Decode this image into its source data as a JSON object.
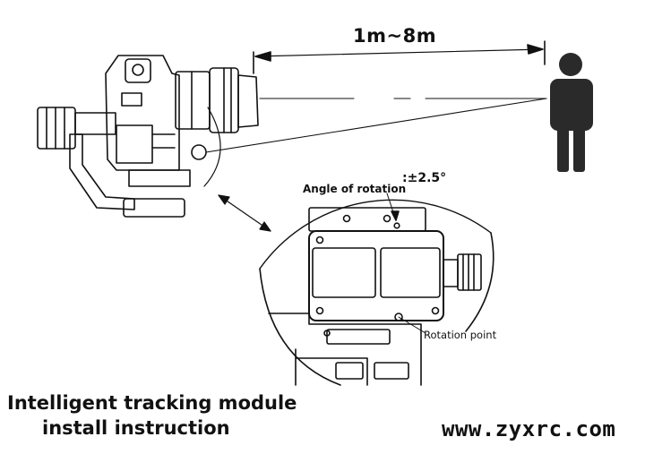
{
  "diagram": {
    "distance_label": "1m~8m",
    "angle_of_rotation_label": "Angle of rotation",
    "angle_value": ":±2.5°",
    "rotation_point_label": "Rotation point",
    "title_line1": "Intelligent tracking module",
    "title_line2": "install instruction",
    "website": "www.zyxrc.com"
  },
  "icons": {
    "camera": "camera-gimbal-icon",
    "person": "person-silhouette-icon"
  },
  "colors": {
    "ink": "#111111",
    "person": "#2a2a2a",
    "background": "#ffffff"
  }
}
